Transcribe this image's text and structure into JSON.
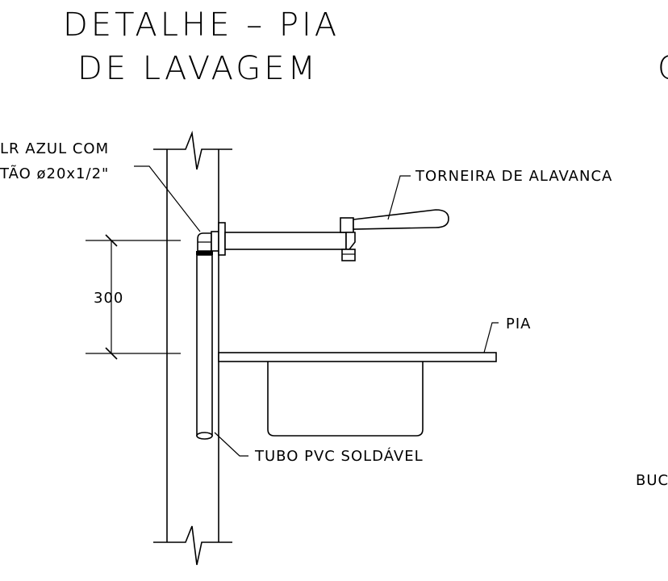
{
  "title": {
    "line1": "DETALHE – PIA",
    "line2": "DE LAVAGEM",
    "cut_right": "C"
  },
  "labels": {
    "joelho_line1": "LR AZUL COM",
    "joelho_line2": "TÃO ø20x1/2\"",
    "torneira": "TORNEIRA DE ALAVANCA",
    "pia": "PIA",
    "tubo": "TUBO PVC SOLDÁVEL",
    "dimension": "300",
    "cut_bottom_right": "BUC"
  }
}
